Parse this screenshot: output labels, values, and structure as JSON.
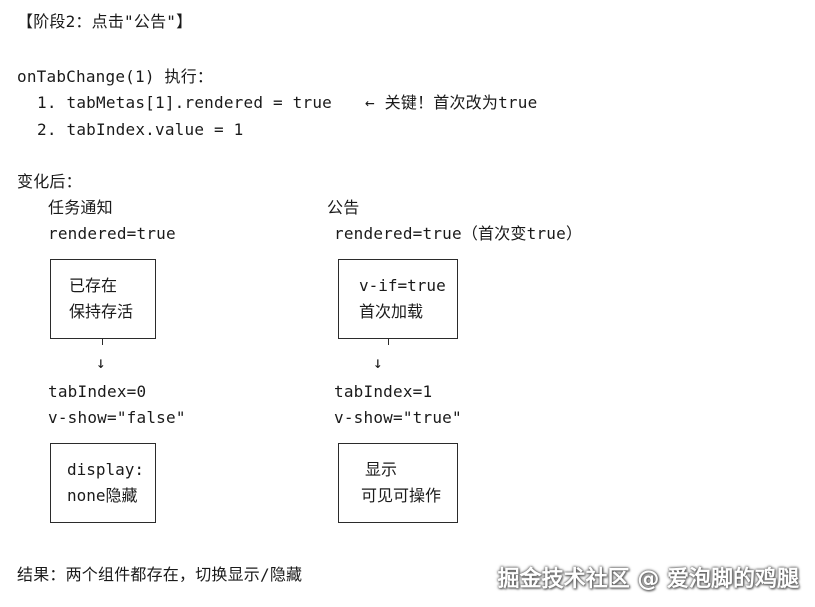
{
  "stage_title": "【阶段2：点击\"公告\"】",
  "call": "onTabChange(1) 执行：",
  "steps": [
    {
      "text": "1. tabMetas[1].rendered = true",
      "note": "← 关键！首次改为true"
    },
    {
      "text": "2. tabIndex.value = 1"
    }
  ],
  "after_label": "变化后：",
  "left": {
    "title": "任务通知",
    "rendered": "rendered=true",
    "box1": [
      "已存在",
      "保持存活"
    ],
    "arrow": "↓",
    "tab_index": "tabIndex=0",
    "v_show": "v-show=\"false\"",
    "box2": [
      "display:",
      "none隐藏"
    ]
  },
  "right": {
    "title": "公告",
    "rendered": "rendered=true（首次变true）",
    "box1": [
      "v-if=true",
      "首次加载"
    ],
    "arrow": "↓",
    "tab_index": "tabIndex=1",
    "v_show": "v-show=\"true\"",
    "box2": [
      "显示",
      "可见可操作"
    ]
  },
  "result": "结果：两个组件都存在，切换显示/隐藏",
  "watermark": "掘金技术社区 @ 爱泡脚的鸡腿"
}
